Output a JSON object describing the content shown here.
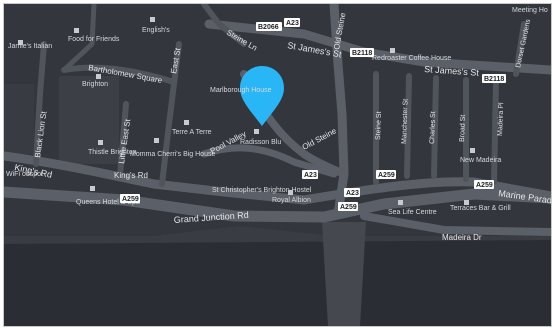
{
  "map": {
    "pin_color": "#29b6f6",
    "land_color": "#33363c",
    "water_color": "#2a2d33",
    "road_color": "#5b5f67",
    "street_labels": [
      "Steine Ln",
      "St James's St",
      "Old Steine",
      "Bartholomew Square",
      "East St",
      "Old Steine",
      "Black Lion St",
      "Little East St",
      "King's Rd",
      "King's Rd",
      "Grand Junction Rd",
      "Pool Valley",
      "Steine St",
      "Manchester St",
      "Charles St",
      "Broad St",
      "Madeira Pl",
      "Marine Parade",
      "Madeira Dr",
      "Dorset Gardens",
      "St James's St"
    ],
    "place_labels": [
      "Food for Friends",
      "English's",
      "Jamie's Italian",
      "Brighton",
      "Marlborough House",
      "Terre A Terre",
      "Thistle Brighton",
      "Momma Cherri's Big House",
      "Radisson Blu",
      "St Christopher's Brighton Hostel",
      "Royal Albion",
      "Queens Hotel & Spa",
      "Redroaster Coffee House",
      "Sea Life Centre",
      "New Madeira",
      "Terraces Bar & Grill",
      "WiFi odspot",
      "Meeting Ho"
    ],
    "route_shields": [
      "B2066",
      "A23",
      "B2118",
      "B2118",
      "A23",
      "A23",
      "A259",
      "A259",
      "A259",
      "A259"
    ]
  }
}
